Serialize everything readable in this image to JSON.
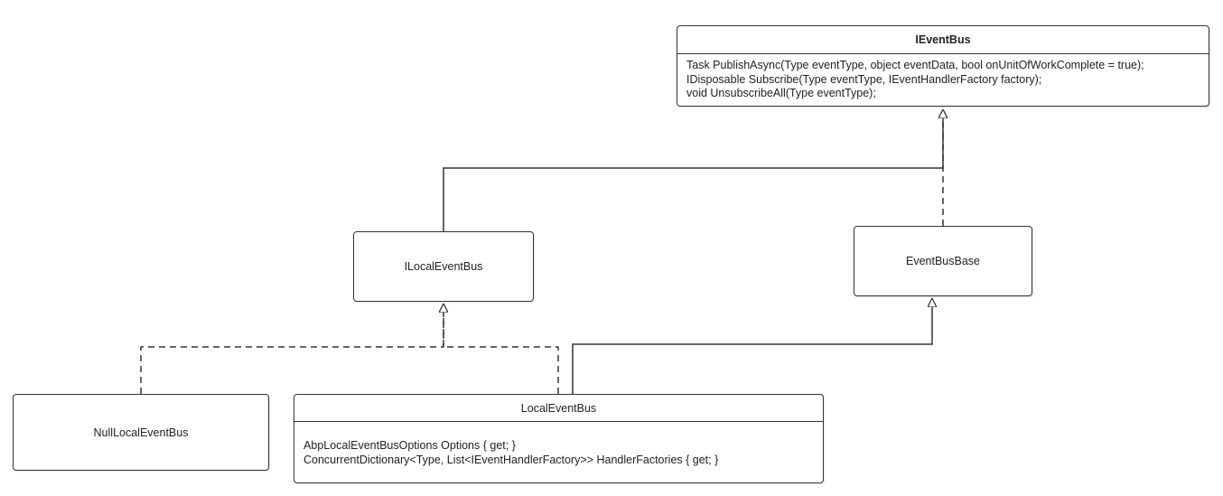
{
  "diagram": {
    "ieventbus": {
      "name": "IEventBus",
      "members": [
        "Task PublishAsync(Type eventType, object eventData, bool onUnitOfWorkComplete = true);",
        "IDisposable Subscribe(Type eventType, IEventHandlerFactory factory);",
        "void UnsubscribeAll(Type eventType);"
      ]
    },
    "ilocaleventbus": {
      "name": "ILocalEventBus"
    },
    "eventbusbase": {
      "name": "EventBusBase"
    },
    "nulllocaleventbus": {
      "name": "NullLocalEventBus"
    },
    "localeventbus": {
      "name": "LocalEventBus",
      "members": [
        "AbpLocalEventBusOptions Options { get; }",
        "ConcurrentDictionary<Type, List<IEventHandlerFactory>> HandlerFactories { get; }"
      ]
    },
    "relations": [
      {
        "from": "ILocalEventBus",
        "to": "IEventBus",
        "kind": "generalization"
      },
      {
        "from": "EventBusBase",
        "to": "IEventBus",
        "kind": "realization"
      },
      {
        "from": "NullLocalEventBus",
        "to": "ILocalEventBus",
        "kind": "realization"
      },
      {
        "from": "LocalEventBus",
        "to": "ILocalEventBus",
        "kind": "realization"
      },
      {
        "from": "LocalEventBus",
        "to": "EventBusBase",
        "kind": "generalization"
      }
    ],
    "colors": {
      "stroke": "#333333",
      "background": "#ffffff",
      "text": "#222222"
    }
  }
}
